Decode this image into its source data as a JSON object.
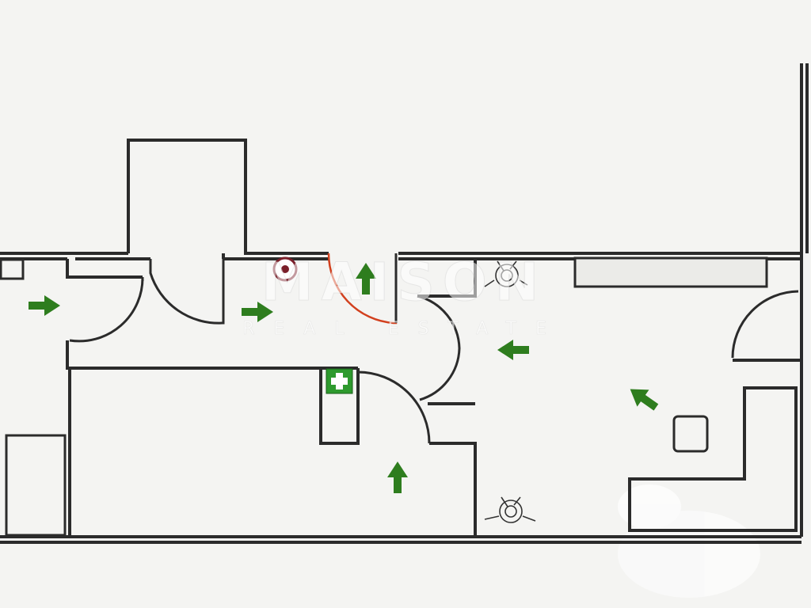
{
  "watermark": {
    "brand": "MAISON",
    "tagline": "REAL ESTATE"
  },
  "colors": {
    "wall": "#2b2b2b",
    "exit_arrow": "#2e7d1e",
    "door_red": "#d2401e",
    "background": "#f4f4f2"
  },
  "symbols": [
    "evacuation-arrow-icon",
    "first-aid-icon",
    "fire-alarm-icon",
    "fire-extinguisher-icon",
    "red-door-swing"
  ]
}
